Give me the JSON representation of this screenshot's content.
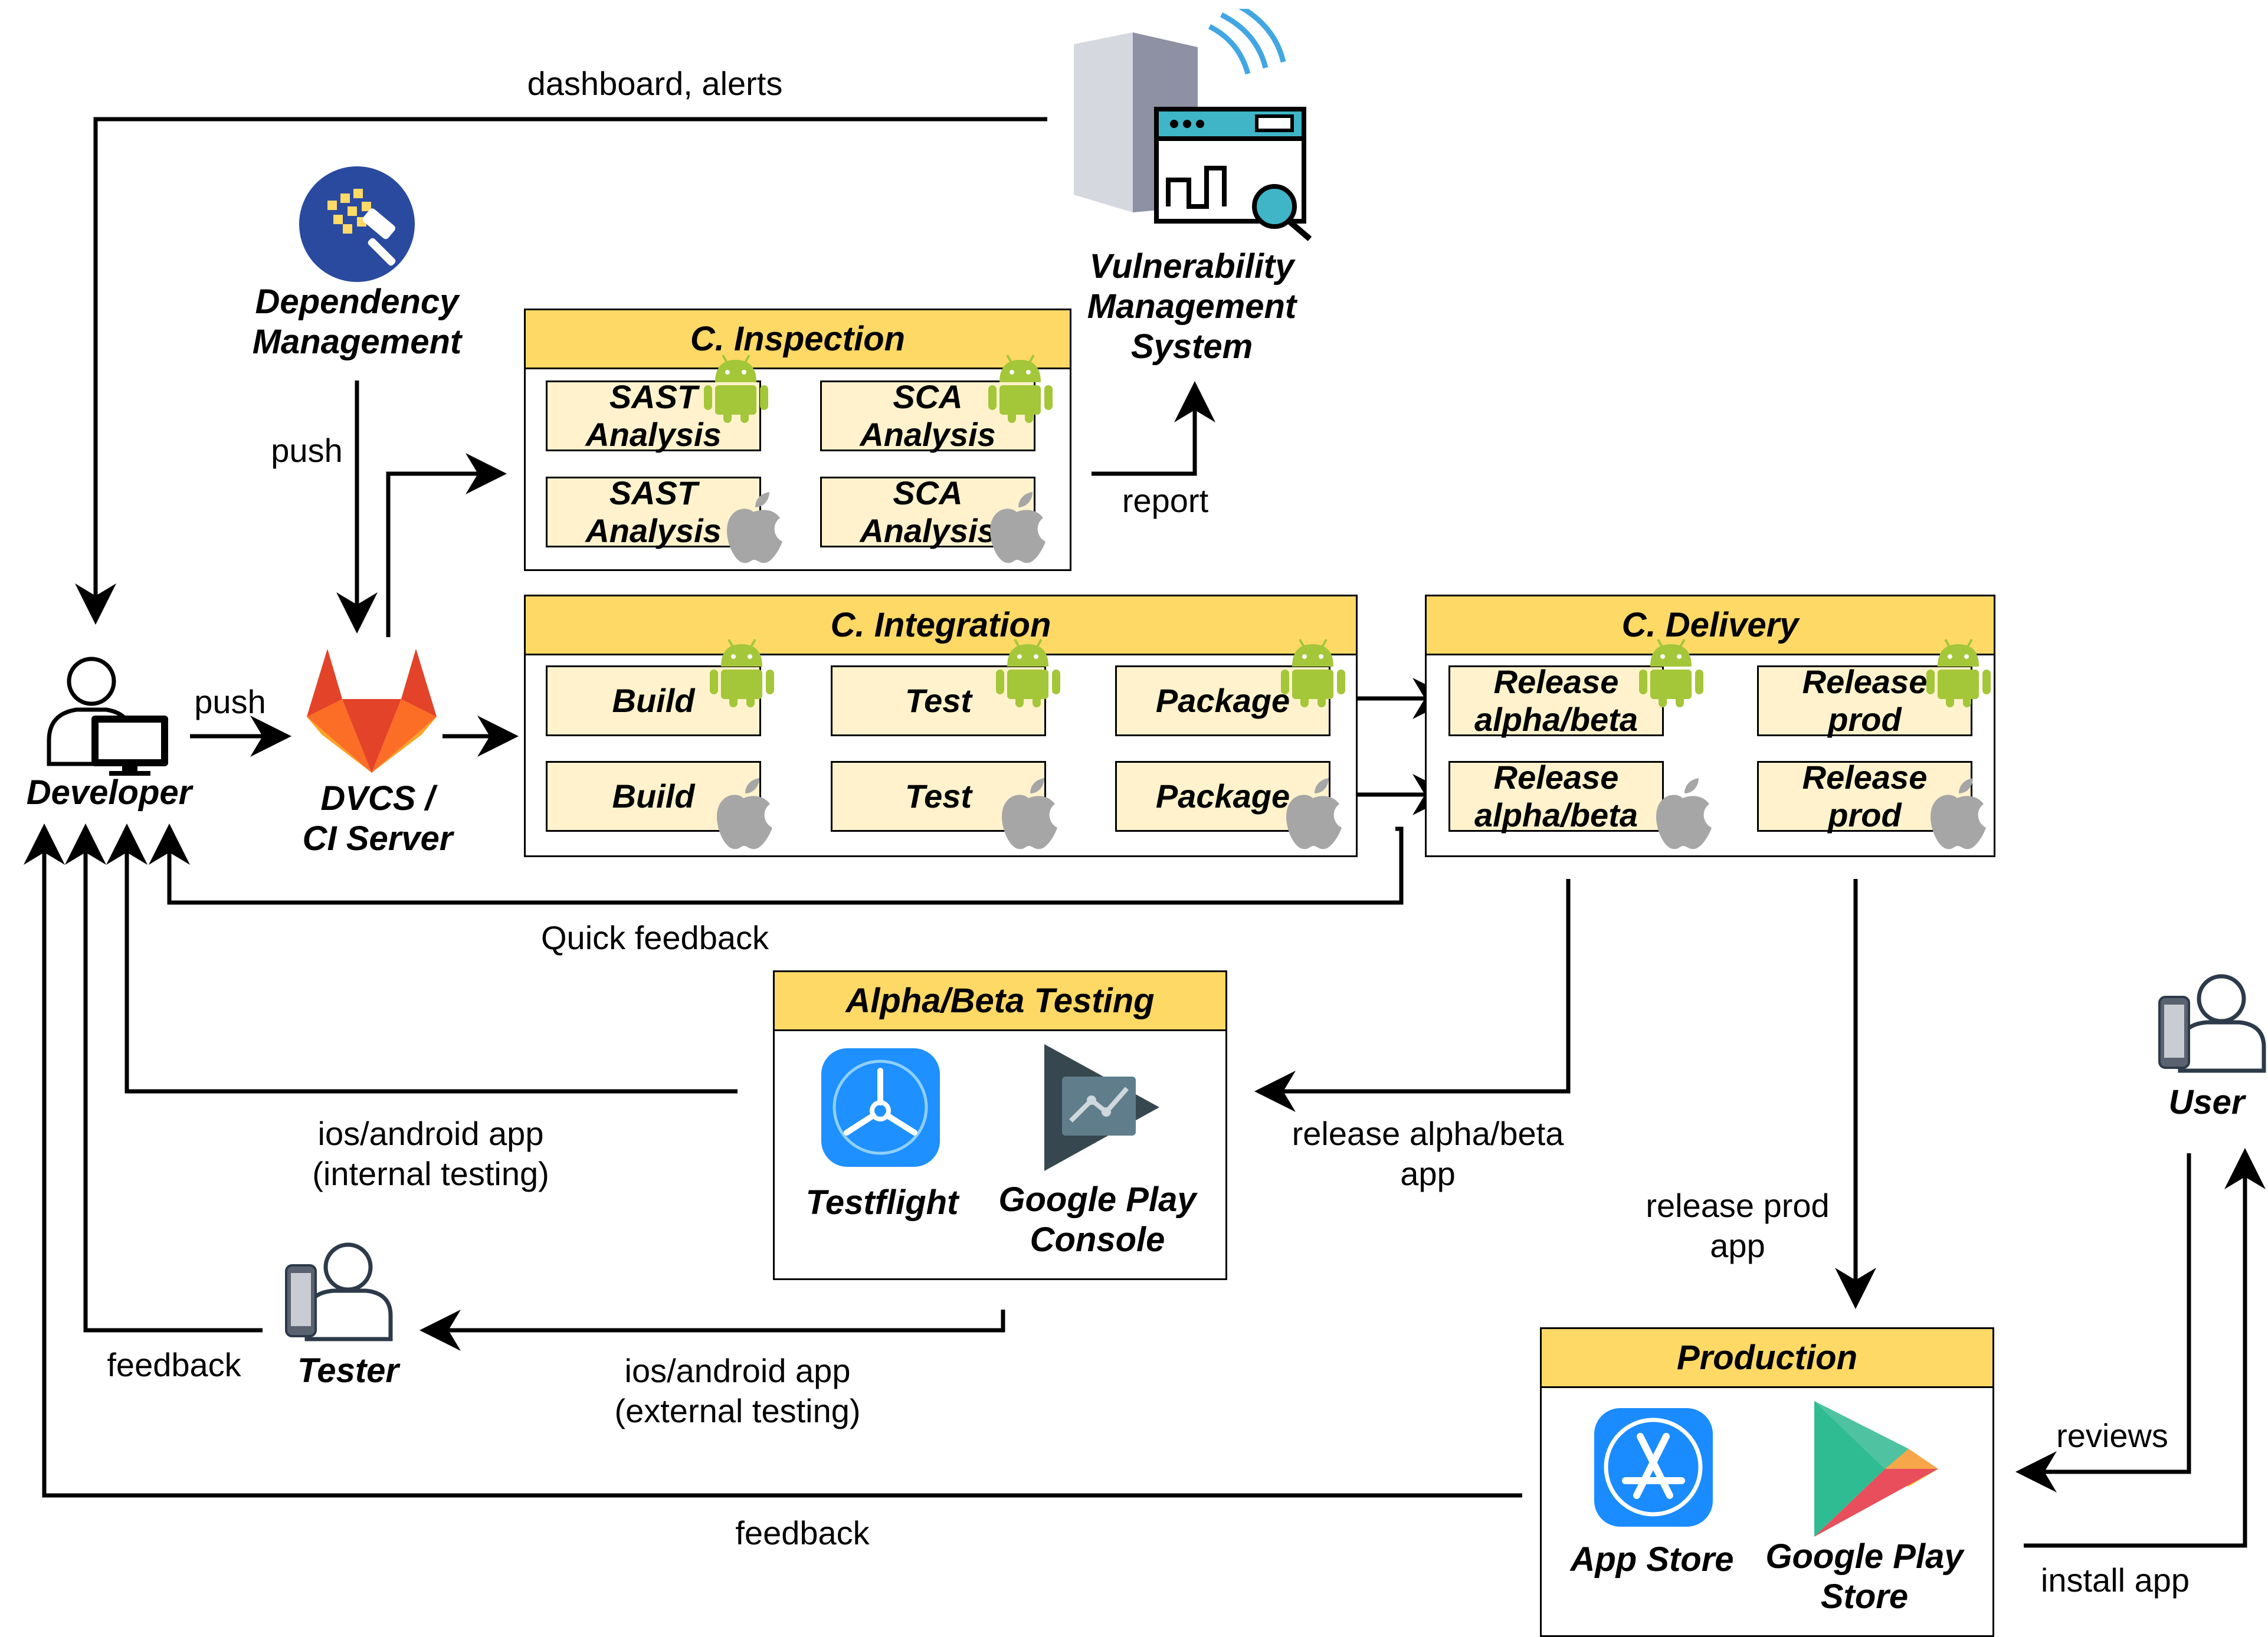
{
  "actors": {
    "developer": "Developer",
    "dvcs": "DVCS /\nCI Server",
    "dependency": "Dependency\nManagement",
    "vulnerability": "Vulnerability\nManagement\nSystem",
    "tester": "Tester",
    "user": "User"
  },
  "panels": {
    "inspection": {
      "title": "C. Inspection",
      "rows": [
        {
          "platform": "android",
          "steps": [
            "SAST\nAnalysis",
            "SCA\nAnalysis"
          ]
        },
        {
          "platform": "ios",
          "steps": [
            "SAST\nAnalysis",
            "SCA\nAnalysis"
          ]
        }
      ]
    },
    "integration": {
      "title": "C. Integration",
      "rows": [
        {
          "platform": "android",
          "steps": [
            "Build",
            "Test",
            "Package"
          ]
        },
        {
          "platform": "ios",
          "steps": [
            "Build",
            "Test",
            "Package"
          ]
        }
      ]
    },
    "delivery": {
      "title": "C. Delivery",
      "rows": [
        {
          "platform": "android",
          "steps": [
            "Release\nalpha/beta",
            "Release\nprod"
          ]
        },
        {
          "platform": "ios",
          "steps": [
            "Release\nalpha/beta",
            "Release\nprod"
          ]
        }
      ]
    },
    "alphabeta": {
      "title": "Alpha/Beta Testing",
      "apps": [
        "Testflight",
        "Google Play\nConsole"
      ]
    },
    "production": {
      "title": "Production",
      "apps": [
        "App Store",
        "Google Play\nStore"
      ]
    }
  },
  "edges": {
    "dashboard": "dashboard, alerts",
    "push_dep": "push",
    "push_dev": "push",
    "report": "report",
    "quick_feedback": "Quick feedback",
    "internal_testing": "ios/android app\n(internal testing)",
    "external_testing": "ios/android app\n(external testing)",
    "release_alpha": "release alpha/beta\napp",
    "release_prod": "release prod\napp",
    "feedback_tester": "feedback",
    "feedback_prod": "feedback",
    "reviews": "reviews",
    "install": "install app"
  },
  "icons": {
    "developer": "developer-person-icon",
    "dvcs": "gitlab-icon",
    "dependency": "dependency-management-icon",
    "vulnerability": "server-dashboard-icon",
    "android": "android-icon",
    "ios": "apple-icon",
    "testflight": "testflight-icon",
    "play_console": "google-play-console-icon",
    "app_store": "app-store-icon",
    "play_store": "google-play-store-icon",
    "tester": "tester-person-icon",
    "user": "user-person-icon"
  },
  "colors": {
    "panel_header": "#ffd966",
    "step_fill": "#fff2cc",
    "android_green": "#a4c639",
    "apple_gray": "#a6a6a6"
  }
}
